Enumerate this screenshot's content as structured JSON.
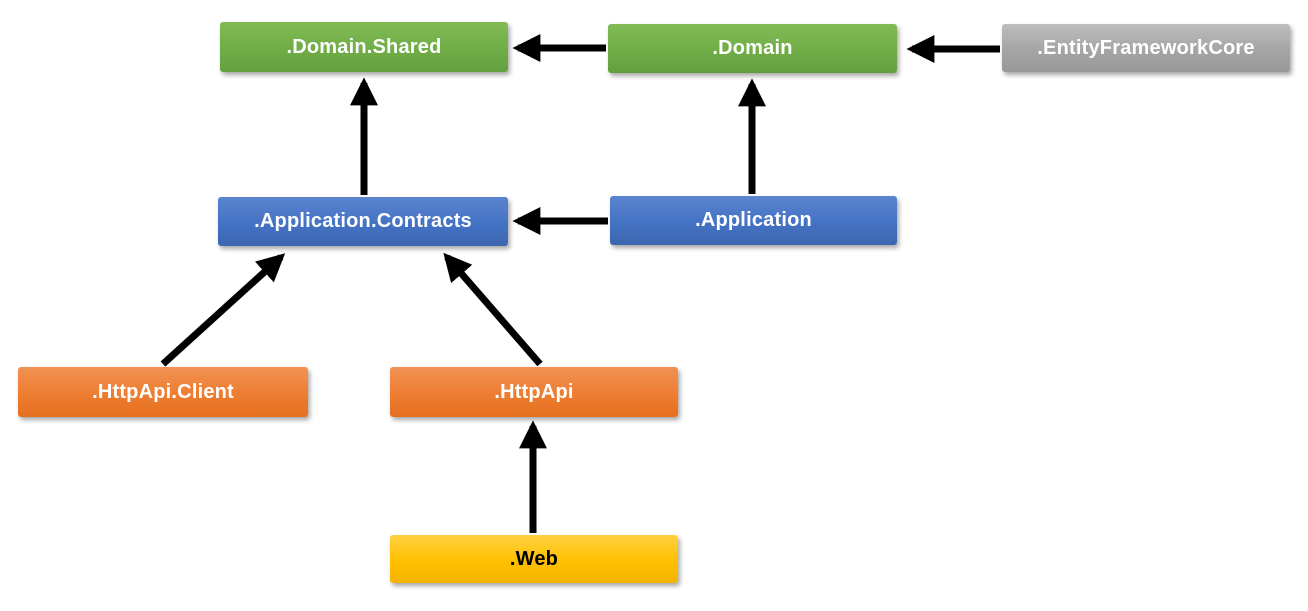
{
  "diagram": {
    "type": "dependency-diagram",
    "background_color": "#ffffff",
    "arrow_color": "#000000",
    "nodes": {
      "domain_shared": {
        "label": ".Domain.Shared",
        "color": "#70ad47",
        "text_color": "#ffffff"
      },
      "domain": {
        "label": ".Domain",
        "color": "#70ad47",
        "text_color": "#ffffff"
      },
      "entity_framework_core": {
        "label": ".EntityFrameworkCore",
        "color": "#a5a5a5",
        "text_color": "#ffffff"
      },
      "application_contracts": {
        "label": ".Application.Contracts",
        "color": "#4472c4",
        "text_color": "#ffffff"
      },
      "application": {
        "label": ".Application",
        "color": "#4472c4",
        "text_color": "#ffffff"
      },
      "httpapi_client": {
        "label": ".HttpApi.Client",
        "color": "#ed7d31",
        "text_color": "#ffffff"
      },
      "httpapi": {
        "label": ".HttpApi",
        "color": "#ed7d31",
        "text_color": "#ffffff"
      },
      "web": {
        "label": ".Web",
        "color": "#ffc000",
        "text_color": "#000000"
      }
    },
    "edges": [
      {
        "from": ".Domain",
        "to": ".Domain.Shared"
      },
      {
        "from": ".EntityFrameworkCore",
        "to": ".Domain"
      },
      {
        "from": ".Application.Contracts",
        "to": ".Domain.Shared"
      },
      {
        "from": ".Application",
        "to": ".Domain"
      },
      {
        "from": ".Application",
        "to": ".Application.Contracts"
      },
      {
        "from": ".HttpApi.Client",
        "to": ".Application.Contracts"
      },
      {
        "from": ".HttpApi",
        "to": ".Application.Contracts"
      },
      {
        "from": ".Web",
        "to": ".HttpApi"
      }
    ]
  }
}
